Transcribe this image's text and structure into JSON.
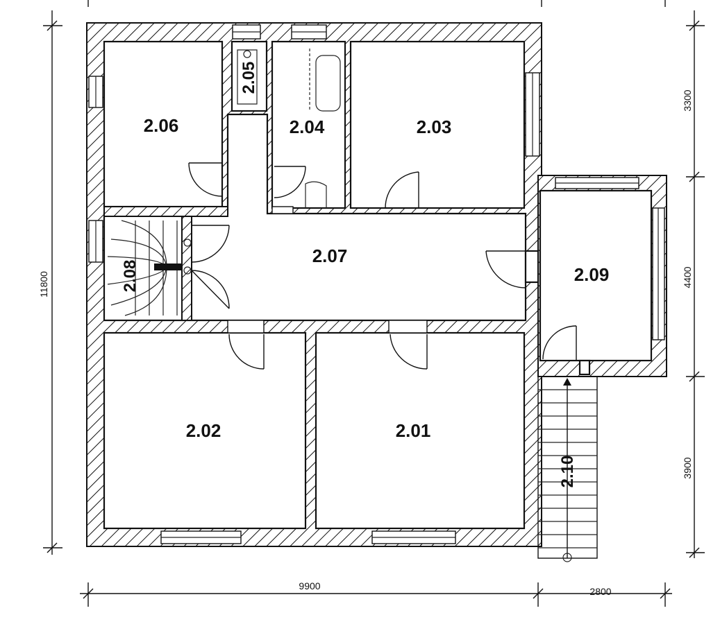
{
  "plan": {
    "rooms": {
      "r201": "2.01",
      "r202": "2.02",
      "r203": "2.03",
      "r204": "2.04",
      "r205": "2.05",
      "r206": "2.06",
      "r207": "2.07",
      "r208": "2.08",
      "r209": "2.09",
      "r210": "2.10"
    },
    "dimensions": {
      "overall_height": "11800",
      "main_width": "9900",
      "annex_width": "2800",
      "right_top": "3300",
      "right_middle": "4400",
      "right_bottom": "3900"
    },
    "colors": {
      "line": "#111111",
      "background": "#ffffff"
    }
  }
}
